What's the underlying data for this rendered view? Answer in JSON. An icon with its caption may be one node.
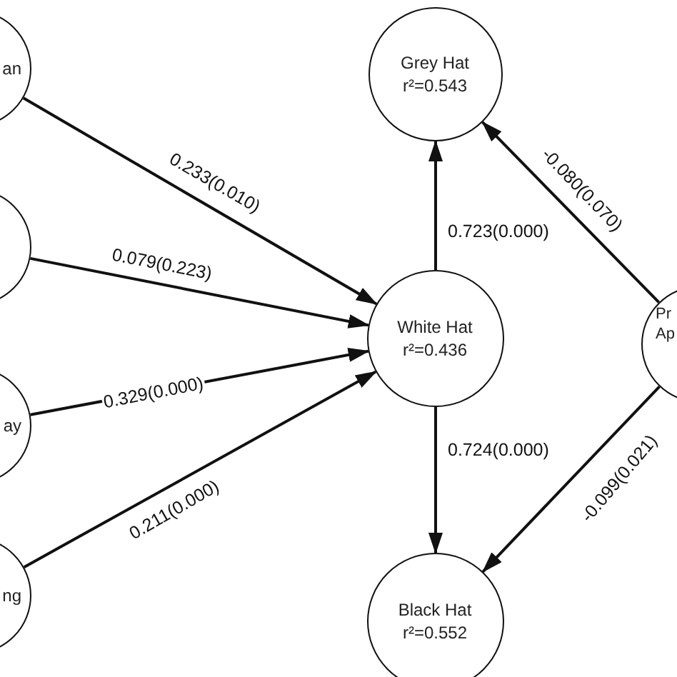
{
  "diagram": {
    "nodes": [
      {
        "text": [
          "an"
        ]
      },
      {
        "text": [],
        "shape": "circle"
      },
      {
        "text": [
          "ay"
        ]
      },
      {
        "text": [
          "ng"
        ]
      },
      {
        "text": [
          "Grey Hat",
          "r²=0.543"
        ]
      },
      {
        "text": [
          "White Hat",
          "r²=0.436"
        ]
      },
      {
        "text": [
          "Black Hat",
          "r²=0.552"
        ]
      },
      {
        "text": [
          "Pr Ap"
        ]
      }
    ],
    "edges": [
      {
        "from": 0,
        "to": 5,
        "arrow": "to",
        "label": "0.233(0.010)"
      },
      {
        "from": 1,
        "to": 5,
        "arrow": "to",
        "label": "0.079(0.223)"
      },
      {
        "from": 2,
        "to": 5,
        "arrow": "to",
        "label": "0.329(0.000)"
      },
      {
        "from": 3,
        "to": 5,
        "arrow": "to",
        "label": "0.211(0.000)"
      },
      {
        "from": 5,
        "to": 4,
        "arrow": "to",
        "label": "0.723(0.000)"
      },
      {
        "from": 5,
        "to": 6,
        "arrow": "to",
        "label": "0.724(0.000)"
      },
      {
        "from": 7,
        "to": 4,
        "arrow": "to",
        "label": "-0.080(0.070)"
      },
      {
        "from": 7,
        "to": 6,
        "arrow": "to",
        "label": "-0.099(0.021)"
      }
    ]
  }
}
